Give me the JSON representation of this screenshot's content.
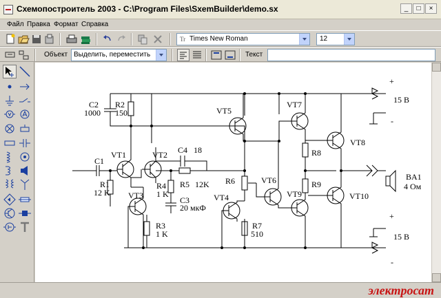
{
  "window": {
    "title": "Схемопостроитель 2003 - C:\\Program Files\\SxemBuilder\\demo.sx",
    "minimize": "_",
    "maximize": "□",
    "close": "×"
  },
  "menu": [
    "Файл",
    "Правка",
    "Формат",
    "Справка"
  ],
  "toolbar": {
    "font_name": "Times New Roman",
    "font_size": "12",
    "object_label": "Объект",
    "object_mode": "Выделить, переместить",
    "text_label": "Текст",
    "text_value": ""
  },
  "schematic": {
    "C2": "C2",
    "C2_val": "1000",
    "R2": "R2",
    "R2_val": "150",
    "C1": "C1",
    "R1": "R1",
    "R1_val": "12 K",
    "VT1": "VT1",
    "VT2": "VT2",
    "VT3": "VT3",
    "VT4": "VT4",
    "VT5": "VT5",
    "VT6": "VT6",
    "VT7": "VT7",
    "VT8": "VT8",
    "VT9": "VT9",
    "VT10": "VT10",
    "C4": "C4",
    "C4_val": "18",
    "R4": "R4",
    "R4_val": "1 K",
    "R5": "R5",
    "R5_val": "12K",
    "C3": "C3",
    "C3_val": "20 мкФ",
    "R3": "R3",
    "R3_val": "1 K",
    "R6": "R6",
    "R7": "R7",
    "R7_val": "510",
    "R8": "R8",
    "R9": "R9",
    "BA1": "BA1",
    "BA1_val": "4 Ом",
    "plus_top": "+",
    "minus_top": "-",
    "supply_top": "15 В",
    "plus_bottom": "+",
    "minus_bottom": "-",
    "supply_bottom": "15 В"
  },
  "watermark": "электросат",
  "colors": {
    "accent": "#c81414",
    "chrome": "#d4d0c8",
    "canvas": "#ffffff"
  }
}
